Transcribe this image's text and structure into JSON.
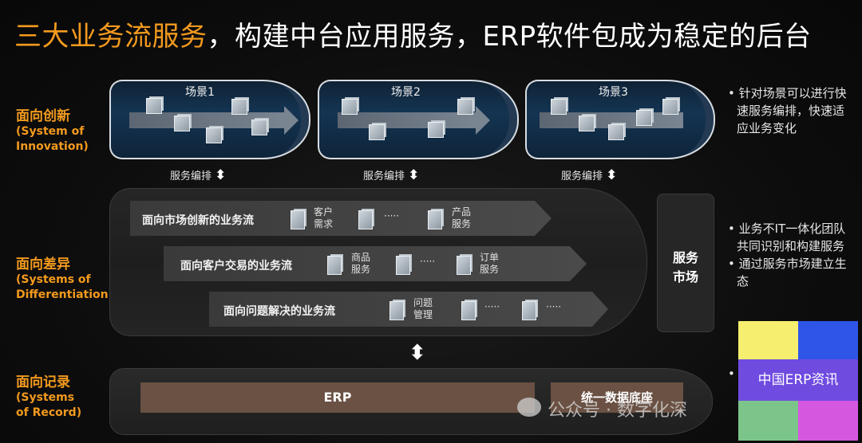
{
  "title": {
    "highlight": "三大业务流服务",
    "rest": "，构建中台应用服务，ERP软件包成为稳定的后台"
  },
  "layers": {
    "innovation": {
      "title": "面向创新",
      "sub1": "(System   of",
      "sub2": "Innovation)"
    },
    "differentiation": {
      "title": "面向差异",
      "sub1": "(Systems of",
      "sub2": "Differentiation)"
    },
    "record": {
      "title": "面向记录",
      "sub1": "(Systems",
      "sub2": "of Record)"
    }
  },
  "scenes": [
    {
      "label": "场景1",
      "orchestration": "服务编排"
    },
    {
      "label": "场景2",
      "orchestration": "服务编排"
    },
    {
      "label": "场景3",
      "orchestration": "服务编排"
    }
  ],
  "flows": [
    {
      "label": "面向市场创新的业务流",
      "items": [
        {
          "l1": "客户",
          "l2": "需求"
        },
        {
          "l1": "·····",
          "l2": ""
        },
        {
          "l1": "产品",
          "l2": "服务"
        }
      ]
    },
    {
      "label": "面向客户交易的业务流",
      "items": [
        {
          "l1": "商品",
          "l2": "服务"
        },
        {
          "l1": "·····",
          "l2": ""
        },
        {
          "l1": "订单",
          "l2": "服务"
        }
      ]
    },
    {
      "label": "面向问题解决的业务流",
      "items": [
        {
          "l1": "问题",
          "l2": "管理"
        },
        {
          "l1": "·····",
          "l2": ""
        },
        {
          "l1": "·····",
          "l2": ""
        }
      ]
    }
  ],
  "service_market": {
    "line1": "服务",
    "line2": "市场"
  },
  "bullets_top": {
    "b1a": "针对场景可以进行快",
    "b1b": "速服务编排，快速适",
    "b1c": "应业务变化"
  },
  "bullets_mid": {
    "b1a": "业务不IT一体化团队",
    "b1b": "共同识别和构建服务",
    "b2a": "通过服务市场建立生",
    "b2b": "态"
  },
  "record_bar": {
    "erp": "ERP",
    "db": "统一数据底座"
  },
  "watermark": {
    "text": "公众号 · 数字化深"
  },
  "brand_badge": {
    "text": "中国ERP资讯",
    "colors": [
      "#f5ee6e",
      "#2f55e8",
      "#6f4be0",
      "#7cc58a",
      "#d557e0"
    ]
  },
  "accent": "#f39a1e"
}
